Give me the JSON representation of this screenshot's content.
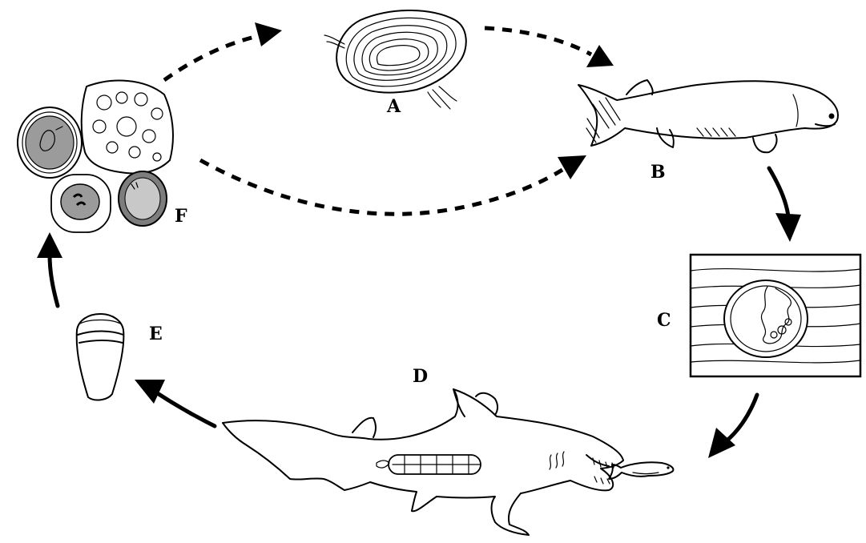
{
  "labels": {
    "A": "A",
    "B": "B",
    "C": "C",
    "D": "D",
    "E": "E",
    "F": "F"
  },
  "stages": [
    {
      "label": "A",
      "icon": "clam-icon"
    },
    {
      "label": "B",
      "icon": "fish-icon"
    },
    {
      "label": "C",
      "icon": "muscle-cyst-icon"
    },
    {
      "label": "D",
      "icon": "shark-icon"
    },
    {
      "label": "E",
      "icon": "egg-capsule-icon"
    },
    {
      "label": "F",
      "icon": "eggs-cluster-icon"
    }
  ],
  "arrows": [
    {
      "from": "F",
      "to": "A",
      "style": "dashed"
    },
    {
      "from": "A",
      "to": "B",
      "style": "dashed"
    },
    {
      "from": "F",
      "to": "B",
      "style": "dashed"
    },
    {
      "from": "B",
      "to": "C",
      "style": "solid"
    },
    {
      "from": "C",
      "to": "D",
      "style": "solid"
    },
    {
      "from": "D",
      "to": "E",
      "style": "solid"
    },
    {
      "from": "E",
      "to": "F",
      "style": "solid"
    }
  ],
  "colors": {
    "ink": "#000000",
    "background": "#ffffff",
    "egg_fill": "#9b9b9b",
    "egg_light": "#c8c8c8"
  }
}
